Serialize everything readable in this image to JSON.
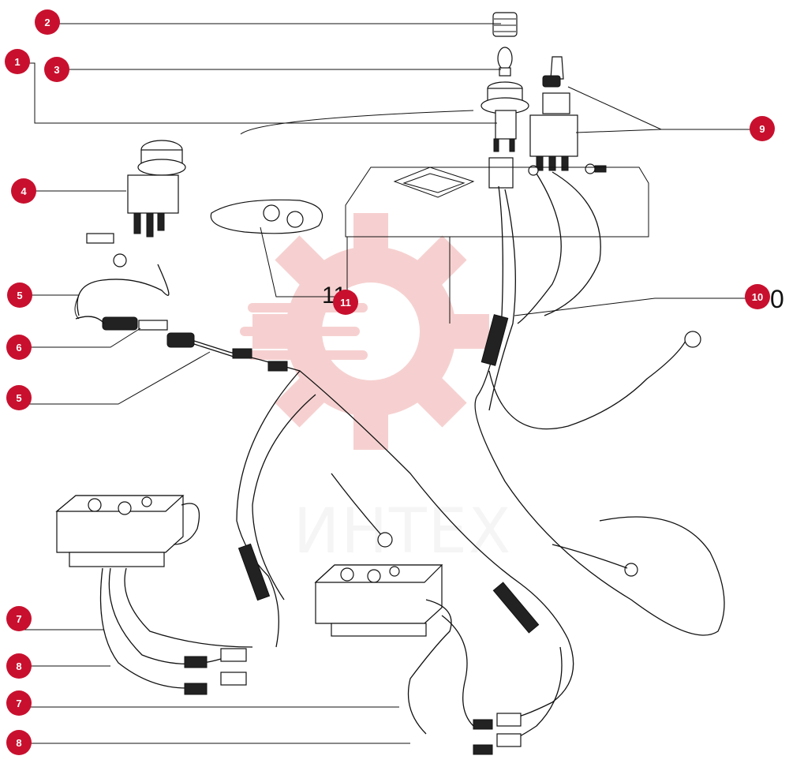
{
  "watermark": {
    "text": "ИНТЕХ",
    "color": "#e05a5a"
  },
  "callout_color": "#c8102e",
  "callouts": [
    {
      "id": "c-2",
      "label": "2"
    },
    {
      "id": "c-1",
      "label": "1"
    },
    {
      "id": "c-3",
      "label": "3"
    },
    {
      "id": "c-9",
      "label": "9"
    },
    {
      "id": "c-4",
      "label": "4"
    },
    {
      "id": "c-11",
      "label": "11"
    },
    {
      "id": "c-10",
      "label": "10"
    },
    {
      "id": "c-5a",
      "label": "5"
    },
    {
      "id": "c-6",
      "label": "6"
    },
    {
      "id": "c-5b",
      "label": "5"
    },
    {
      "id": "c-7a",
      "label": "7"
    },
    {
      "id": "c-8a",
      "label": "8"
    },
    {
      "id": "c-7b",
      "label": "7"
    },
    {
      "id": "c-8b",
      "label": "8"
    }
  ],
  "stray_label_11": "11",
  "stray_label_0": "0"
}
